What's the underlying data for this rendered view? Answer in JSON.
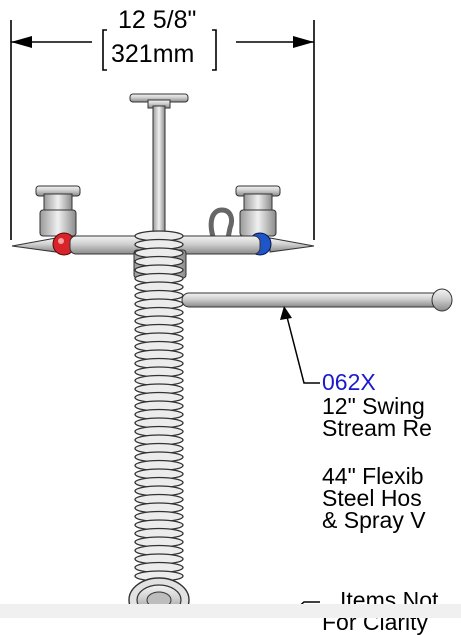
{
  "dimension": {
    "imperial": "12 5/8\"",
    "metric": "321mm"
  },
  "callouts": [
    {
      "part_number": "062X",
      "lines": [
        "12\" Swing",
        "Stream Re"
      ]
    },
    {
      "part_number": "",
      "lines": [
        "44\" Flexib",
        "Steel Hos",
        "& Spray V"
      ]
    },
    {
      "part_number": "",
      "lines": [
        "Items Not",
        "For Clarity"
      ]
    }
  ],
  "colors": {
    "part_number": "#1a1acc",
    "hot_handle": "#d8232a",
    "cold_handle": "#1f55c8",
    "metal": "#d6d6d6"
  }
}
